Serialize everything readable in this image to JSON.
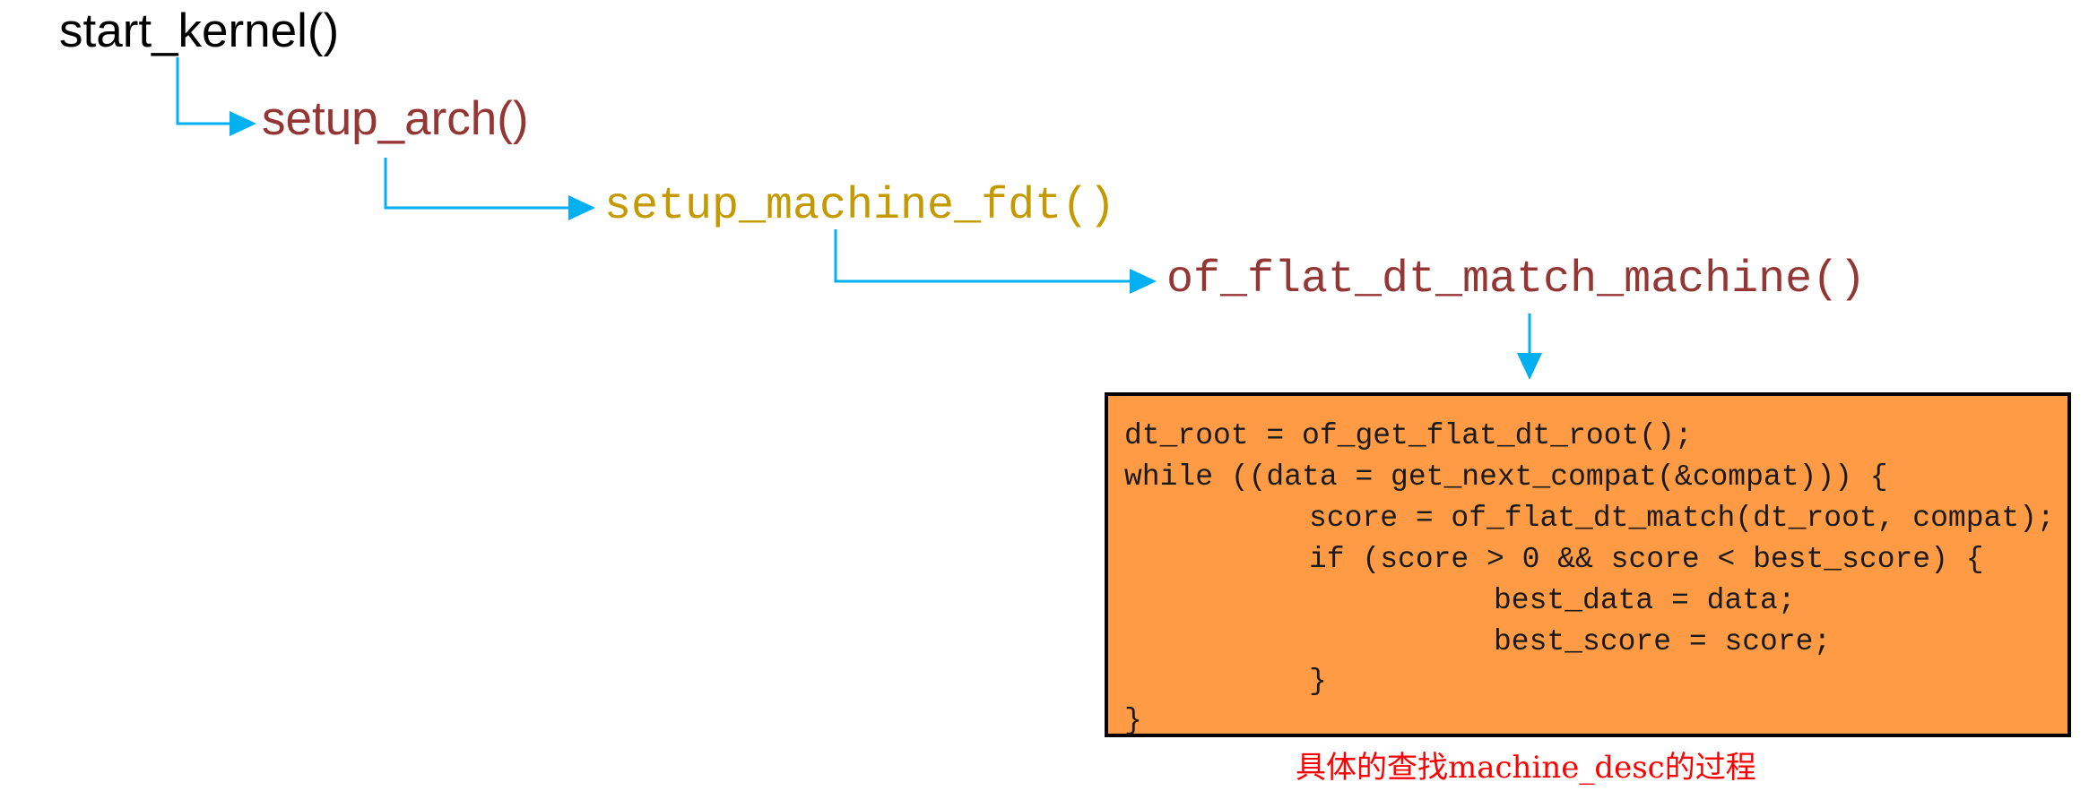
{
  "diagram": {
    "call_chain": [
      {
        "name": "start_kernel()",
        "color": "#000000"
      },
      {
        "name": "setup_arch()",
        "color": "#943634"
      },
      {
        "name": "setup_machine_fdt()",
        "color": "#C49A00"
      },
      {
        "name": "of_flat_dt_match_machine()",
        "color": "#943634"
      }
    ],
    "connector_color": "#00B0F0",
    "code_box": {
      "background": "#FF9B45",
      "lines": [
        "dt_root = of_get_flat_dt_root();",
        "while ((data = get_next_compat(&compat))) {",
        "score = of_flat_dt_match(dt_root, compat);",
        "if (score > 0 && score < best_score) {",
        "best_data = data;",
        "best_score = score;",
        "}",
        "}"
      ]
    },
    "caption": {
      "text": "具体的查找machine_desc的过程",
      "color": "#FF0000"
    }
  }
}
